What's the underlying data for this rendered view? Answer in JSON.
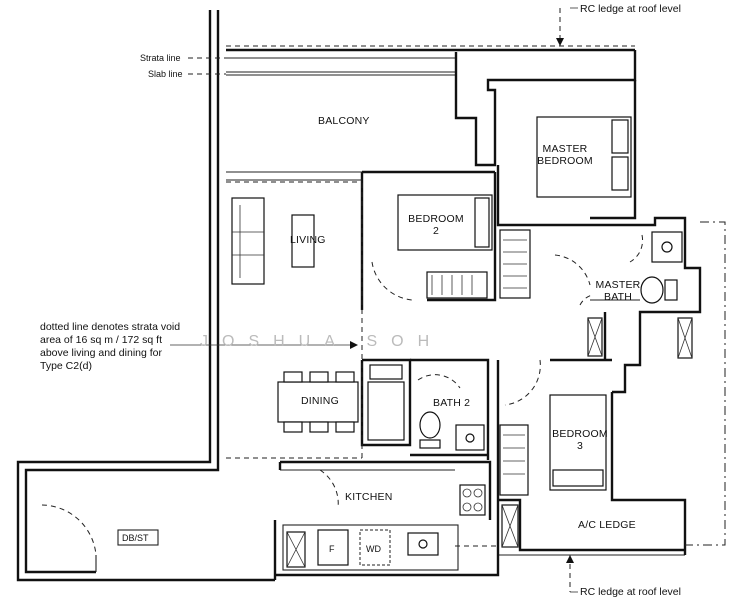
{
  "annotations": {
    "rc_ledge_top": "RC ledge at roof level",
    "rc_ledge_bottom": "RC ledge at roof level",
    "strata_line": "Strata line",
    "slab_line": "Slab line",
    "strata_void_note": [
      "dotted line denotes strata void",
      "area of 16 sq m / 172 sq ft",
      "above living and dining for",
      "Type C2(d)"
    ]
  },
  "rooms": {
    "balcony": "BALCONY",
    "master_bedroom_line1": "MASTER",
    "master_bedroom_line2": "BEDROOM",
    "bedroom2_line1": "BEDROOM",
    "bedroom2_line2": "2",
    "living": "LIVING",
    "master_bath_line1": "MASTER",
    "master_bath_line2": "BATH",
    "dining": "DINING",
    "bath2": "BATH 2",
    "bedroom3_line1": "BEDROOM",
    "bedroom3_line2": "3",
    "kitchen": "KITCHEN",
    "ac_ledge": "A/C LEDGE",
    "db_st": "DB/ST",
    "fridge": "F",
    "washer_dryer": "WD"
  },
  "watermark": "JOSHUA SOH"
}
